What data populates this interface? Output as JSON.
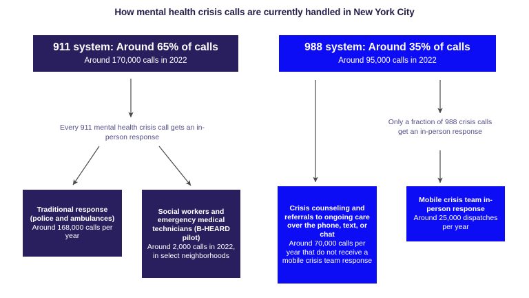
{
  "title": "How mental health crisis calls are currently handled in New York City",
  "colors": {
    "navy": "#2a1f5e",
    "blue": "#0c0cf5",
    "title_text": "#221c46",
    "label_text": "#514e85",
    "arrow": "#4a4a4a",
    "background": "#ffffff"
  },
  "nodes": {
    "system_911": {
      "headline": "911 system: Around 65% of calls",
      "detail": "Around 170,000 calls in 2022",
      "color": "navy"
    },
    "system_988": {
      "headline": "988 system: Around 35% of calls",
      "detail": "Around 95,000 calls in 2022",
      "color": "blue"
    },
    "traditional_response": {
      "headline": "Traditional response (police and ambulances)",
      "detail": "Around 168,000 calls per year",
      "color": "navy"
    },
    "social_workers": {
      "headline": "Social workers and emergency medical technicians (B-HEARD pilot)",
      "detail": "Around 2,000 calls in 2022, in select neighborhoods",
      "color": "navy"
    },
    "crisis_counseling": {
      "headline": "Crisis counseling and referrals to ongoing care over the phone, text, or chat",
      "detail": "Around 70,000 calls per year that do not receive a mobile crisis team response",
      "color": "blue"
    },
    "mobile_crisis_team": {
      "headline": "Mobile crisis team in-person response",
      "detail": "Around 25,000 dispatches per year",
      "color": "blue"
    }
  },
  "connectors": {
    "label_911": "Every 911 mental health crisis call gets an in-person response",
    "label_988": "Only a fraction of 988 crisis calls get an in-person response"
  }
}
